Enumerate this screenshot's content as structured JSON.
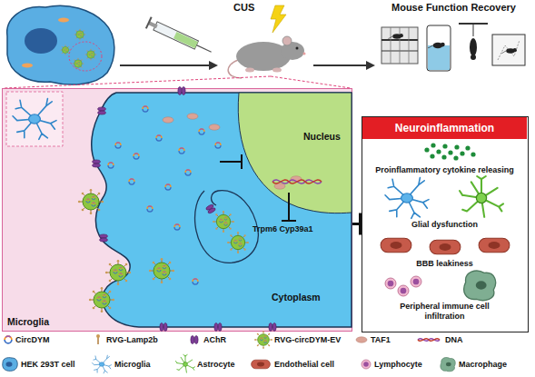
{
  "diagram": {
    "nodes": [
      {
        "text": [
          "Microglia"
        ]
      },
      {
        "text": [
          "Cytoplasm"
        ],
        "in": 0
      },
      {
        "text": [
          "Nucleus"
        ],
        "in": 1
      },
      {
        "text": [
          "Neuroinflammation",
          "Proinflammatory cytokine releasing",
          "Glial dysfunction",
          "BBB leakiness",
          "Peripheral immune cell infiltration"
        ]
      }
    ],
    "edges": [
      {
        "from": 0,
        "to": 3,
        "arrow": "to"
      }
    ],
    "labels": [
      "CUS",
      "Mouse Function Recovery",
      "Trpm6 Cyp39a1"
    ],
    "legend": [
      {
        "text": "CircDYM"
      },
      {
        "text": "RVG-Lamp2b"
      },
      {
        "text": "AChR"
      },
      {
        "text": "RVG-circDYM-EV"
      },
      {
        "text": "TAF1"
      },
      {
        "text": "DNA"
      },
      {
        "text": "HEK 293T cell"
      },
      {
        "text": "Microglia"
      },
      {
        "text": "Astrocyte"
      },
      {
        "text": "Endothelial cell"
      },
      {
        "text": "Lymphocyte"
      },
      {
        "text": "Macrophage"
      }
    ]
  }
}
